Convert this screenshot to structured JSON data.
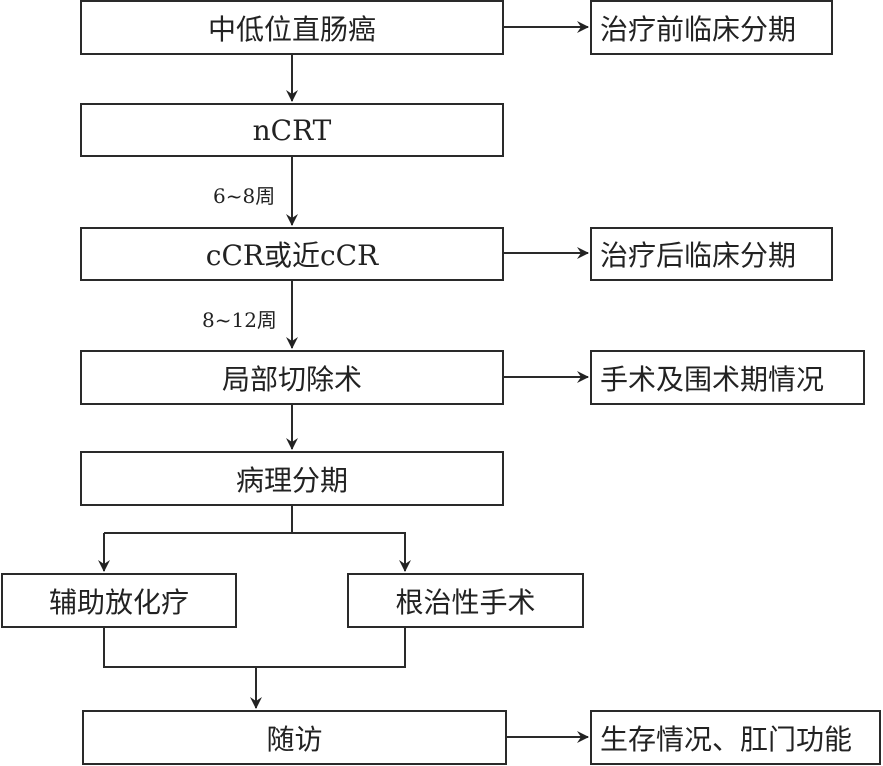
{
  "nodes": {
    "start": "中低位直肠癌",
    "ncrt": "nCRT",
    "ccr": "cCR或近cCR",
    "local_excision": "局部切除术",
    "pathology": "病理分期",
    "adjuvant": "辅助放化疗",
    "radical": "根治性手术",
    "followup": "随访"
  },
  "side_nodes": {
    "pre_staging": "治疗前临床分期",
    "post_staging": "治疗后临床分期",
    "periop": "手术及围术期情况",
    "outcomes": "生存情况、肛门功能"
  },
  "edge_labels": {
    "ncrt_to_ccr": "6~8周",
    "ccr_to_excision": "8~12周"
  }
}
